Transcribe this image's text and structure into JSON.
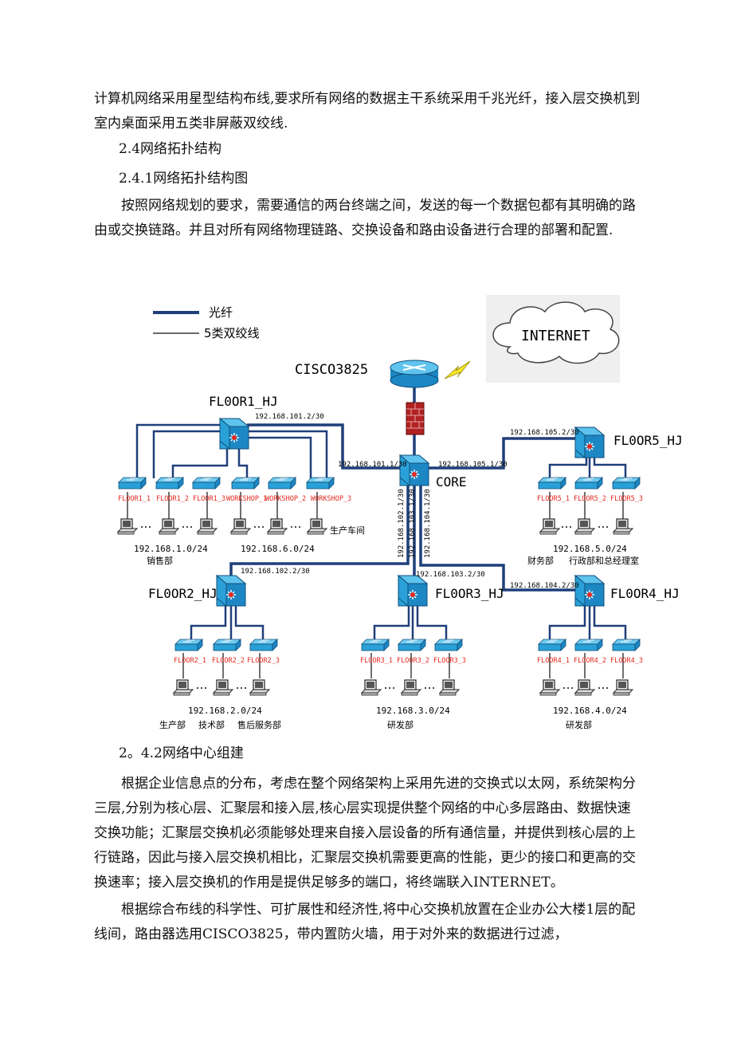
{
  "text": {
    "p1": "计算机网络采用星型结构布线,要求所有网络的数据主干系统采用千兆光纤，接入层交换机到室内桌面采用五类非屏蔽双绞线.",
    "h1": "2.4网络拓扑结构",
    "h2": "2.4.1网络拓扑结构图",
    "p2": "按照网络规划的要求，需要通信的两台终端之间，发送的每一个数据包都有其明确的路由或交换链路。并且对所有网络物理链路、交换设备和路由设备进行合理的部署和配置.",
    "h3": "2。4.2网络中心组建",
    "p3": "根据企业信息点的分布，考虑在整个网络架构上采用先进的交换式以太网，系统架构分三层,分别为核心层、汇聚层和接入层,核心层实现提供整个网络的中心多层路由、数据快速交换功能；汇聚层交换机必须能够处理来自接入层设备的所有通信量，并提供到核心层的上行链路，因此与接入层交换机相比，汇聚层交换机需要更高的性能，更少的接口和更高的交换速率；接入层交换机的作用是提供足够多的端口，将终端联入INTERNET。",
    "p4": "根据综合布线的科学性、可扩展性和经济性,将中心交换机放置在企业办公大楼1层的配线间，路由器选用CISCO3825，带内置防火墙，用于对外来的数据进行过滤，"
  },
  "diagram": {
    "legend_fiber": "光纤",
    "legend_twisted": "5类双绞线",
    "internet": "INTERNET",
    "router": "CISCO3825",
    "core": "CORE",
    "floor1": "FL0OR1_HJ",
    "floor2": "FL0OR2_HJ",
    "floor3": "FL0OR3_HJ",
    "floor4": "FL0OR4_HJ",
    "floor5": "FL0OR5_HJ",
    "ip_f1_up": "192.168.101.2/30",
    "ip_core_f1": "192.168.101.1/30",
    "ip_core_f5": "192.168.105.1/30",
    "ip_f5_up": "192.168.105.2/30",
    "ip_core_f2": "192.168.102.1/30",
    "ip_core_f3": "192.168.103.1/30",
    "ip_core_f4": "192.168.104.1/30",
    "ip_f2_up": "192.168.102.2/30",
    "ip_f3_up": "192.168.103.2/30",
    "ip_f4_up": "192.168.104.2/30",
    "sw_f1": [
      "FLOOR1_1",
      "FLOOR1_2",
      "FLOOR1_3",
      "WORKSHOP_1",
      "WORKSHOP_2",
      "WORKSHOP_3"
    ],
    "sw_f5": [
      "FLOOR5_1",
      "FLOOR5_2",
      "FLOOR5_3"
    ],
    "sw_f2": [
      "FLOOR2_1",
      "FLOOR2_2",
      "FLOOR2_3"
    ],
    "sw_f3": [
      "FLOOR3_1",
      "FLOOR3_2",
      "FLOOR3_3"
    ],
    "sw_f4": [
      "FLOOR4_1",
      "FLOOR4_2",
      "FLOOR4_3"
    ],
    "net_f1a": "192.168.1.0/24",
    "dept_f1a": "销售部",
    "net_f1b": "192.168.6.0/24",
    "dept_workshop": "生产车间",
    "net_f5": "192.168.5.0/24",
    "dept_f5a": "财务部",
    "dept_f5b": "行政部和总经理室",
    "net_f2": "192.168.2.0/24",
    "dept_f2a": "生产部",
    "dept_f2b": "技术部",
    "dept_f2c": "售后服务部",
    "net_f3": "192.168.3.0/24",
    "dept_f3": "研发部",
    "net_f4": "192.168.4.0/24",
    "dept_f4": "研发部"
  },
  "colors": {
    "fiber": "#1f3f7a",
    "switch": "#2aa0d8",
    "access_label": "#e4291f",
    "wall": "#b22222"
  }
}
